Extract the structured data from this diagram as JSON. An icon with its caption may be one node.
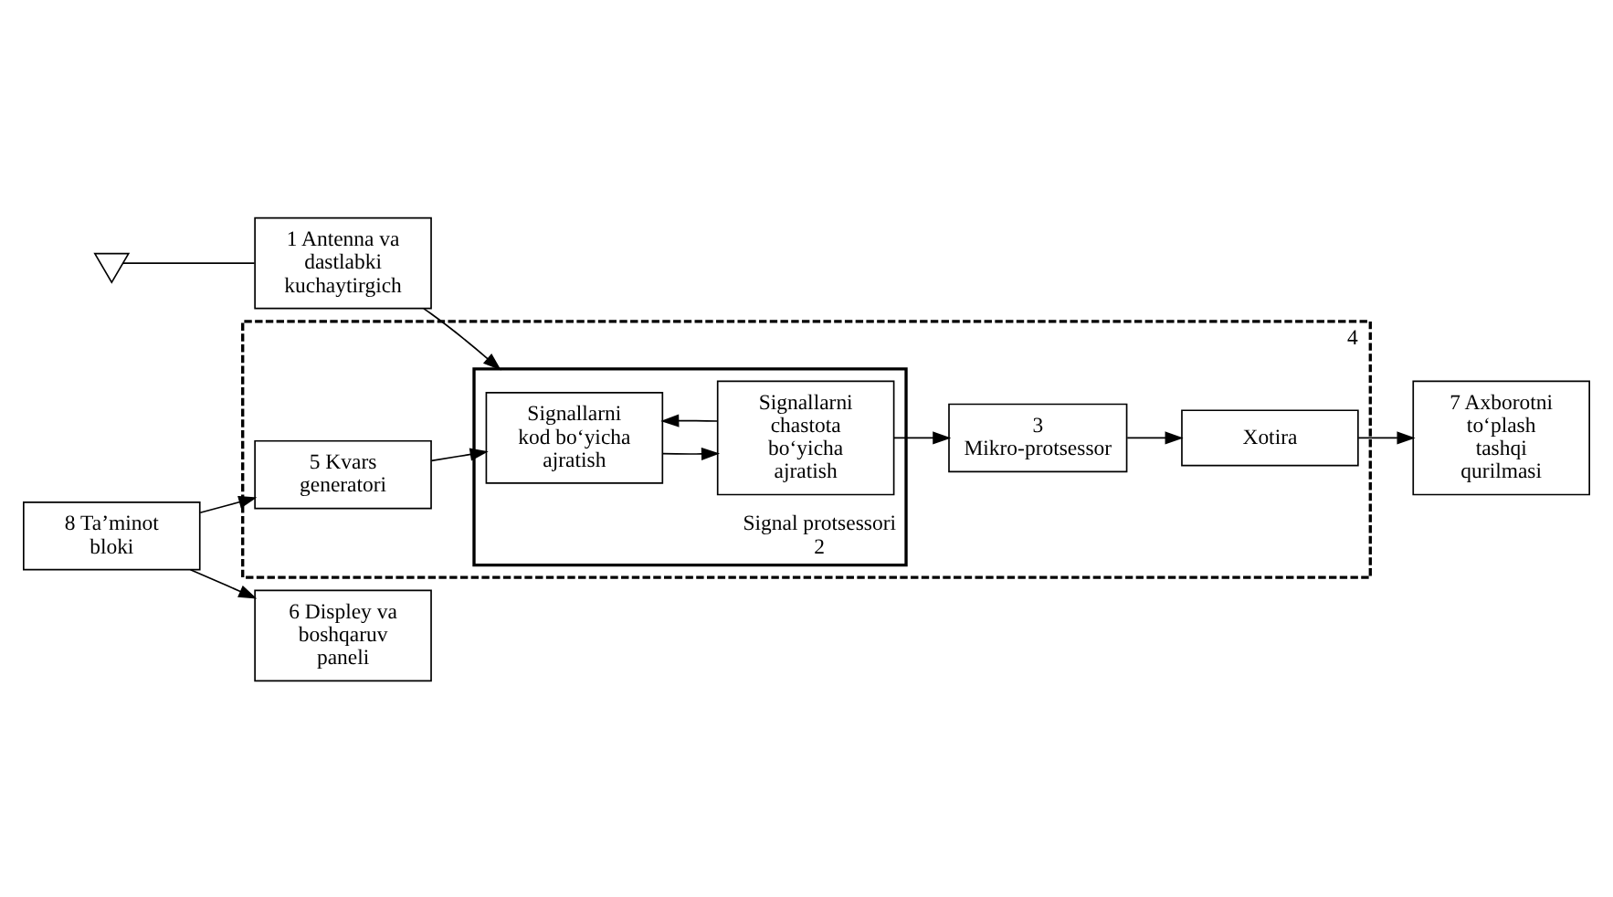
{
  "diagram": {
    "nodes": [
      {
        "text": [],
        "shape": "picture"
      },
      {
        "text": [
          "1 Antenna va dastlabki kuchaytirgich"
        ]
      },
      {
        "text": [
          "4"
        ]
      },
      {
        "text": [
          "Signal protsessori",
          "2"
        ],
        "in": 2
      },
      {
        "text": [
          "Signallarni kod bo‘yicha ajratish"
        ],
        "in": 3
      },
      {
        "text": [
          "Signallarni chastota bo‘yicha ajratish"
        ],
        "in": 3
      },
      {
        "text": [
          "5 Kvars generatori"
        ],
        "in": 2
      },
      {
        "text": [
          "3 Mikro-protsessor"
        ],
        "in": 2
      },
      {
        "text": [
          "Xotira"
        ],
        "in": 2
      },
      {
        "text": [
          "8 Ta’minot bloki"
        ]
      },
      {
        "text": [
          "6 Displey va boshqaruv paneli"
        ]
      },
      {
        "text": [
          "7 Axborotni to‘plash tashqi qurilmasi"
        ]
      }
    ],
    "edges": [
      {
        "from": 0,
        "to": 1,
        "arrow": "none"
      },
      {
        "from": 1,
        "to": 3,
        "arrow": "to"
      },
      {
        "from": 4,
        "to": 5,
        "arrow": "to"
      },
      {
        "from": 5,
        "to": 4,
        "arrow": "to"
      },
      {
        "from": 6,
        "to": 4,
        "arrow": "to"
      },
      {
        "from": 9,
        "to": 6,
        "arrow": "to"
      },
      {
        "from": 9,
        "to": 10,
        "arrow": "to"
      },
      {
        "from": 5,
        "to": 7,
        "arrow": "to"
      },
      {
        "from": 7,
        "to": 8,
        "arrow": "to"
      },
      {
        "from": 8,
        "to": 11,
        "arrow": "to"
      }
    ]
  }
}
